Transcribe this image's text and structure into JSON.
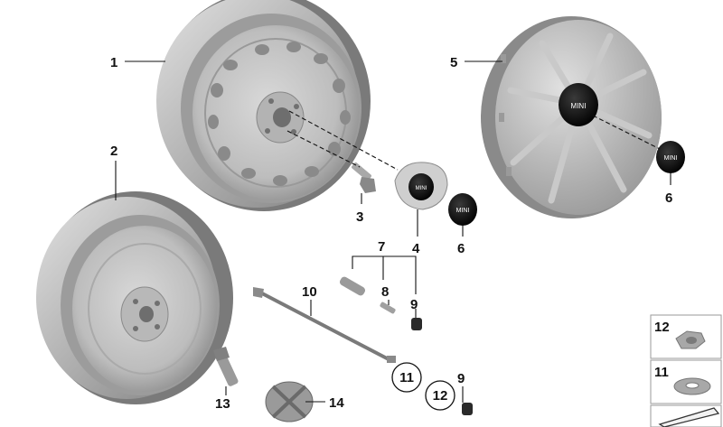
{
  "callouts": {
    "c1": "1",
    "c2": "2",
    "c3": "3",
    "c4": "4",
    "c5": "5",
    "c6a": "6",
    "c6b": "6",
    "c7": "7",
    "c8": "8",
    "c9a": "9",
    "c9b": "9",
    "c10": "10",
    "c11": "11",
    "c12": "12",
    "c13": "13",
    "c14": "14"
  },
  "logo": {
    "cap_small": "MINI",
    "cap_loose": "MINI",
    "cap_large": "MINI",
    "cap_side": "MINI"
  },
  "legend": {
    "row1": "12",
    "row2": "11"
  }
}
